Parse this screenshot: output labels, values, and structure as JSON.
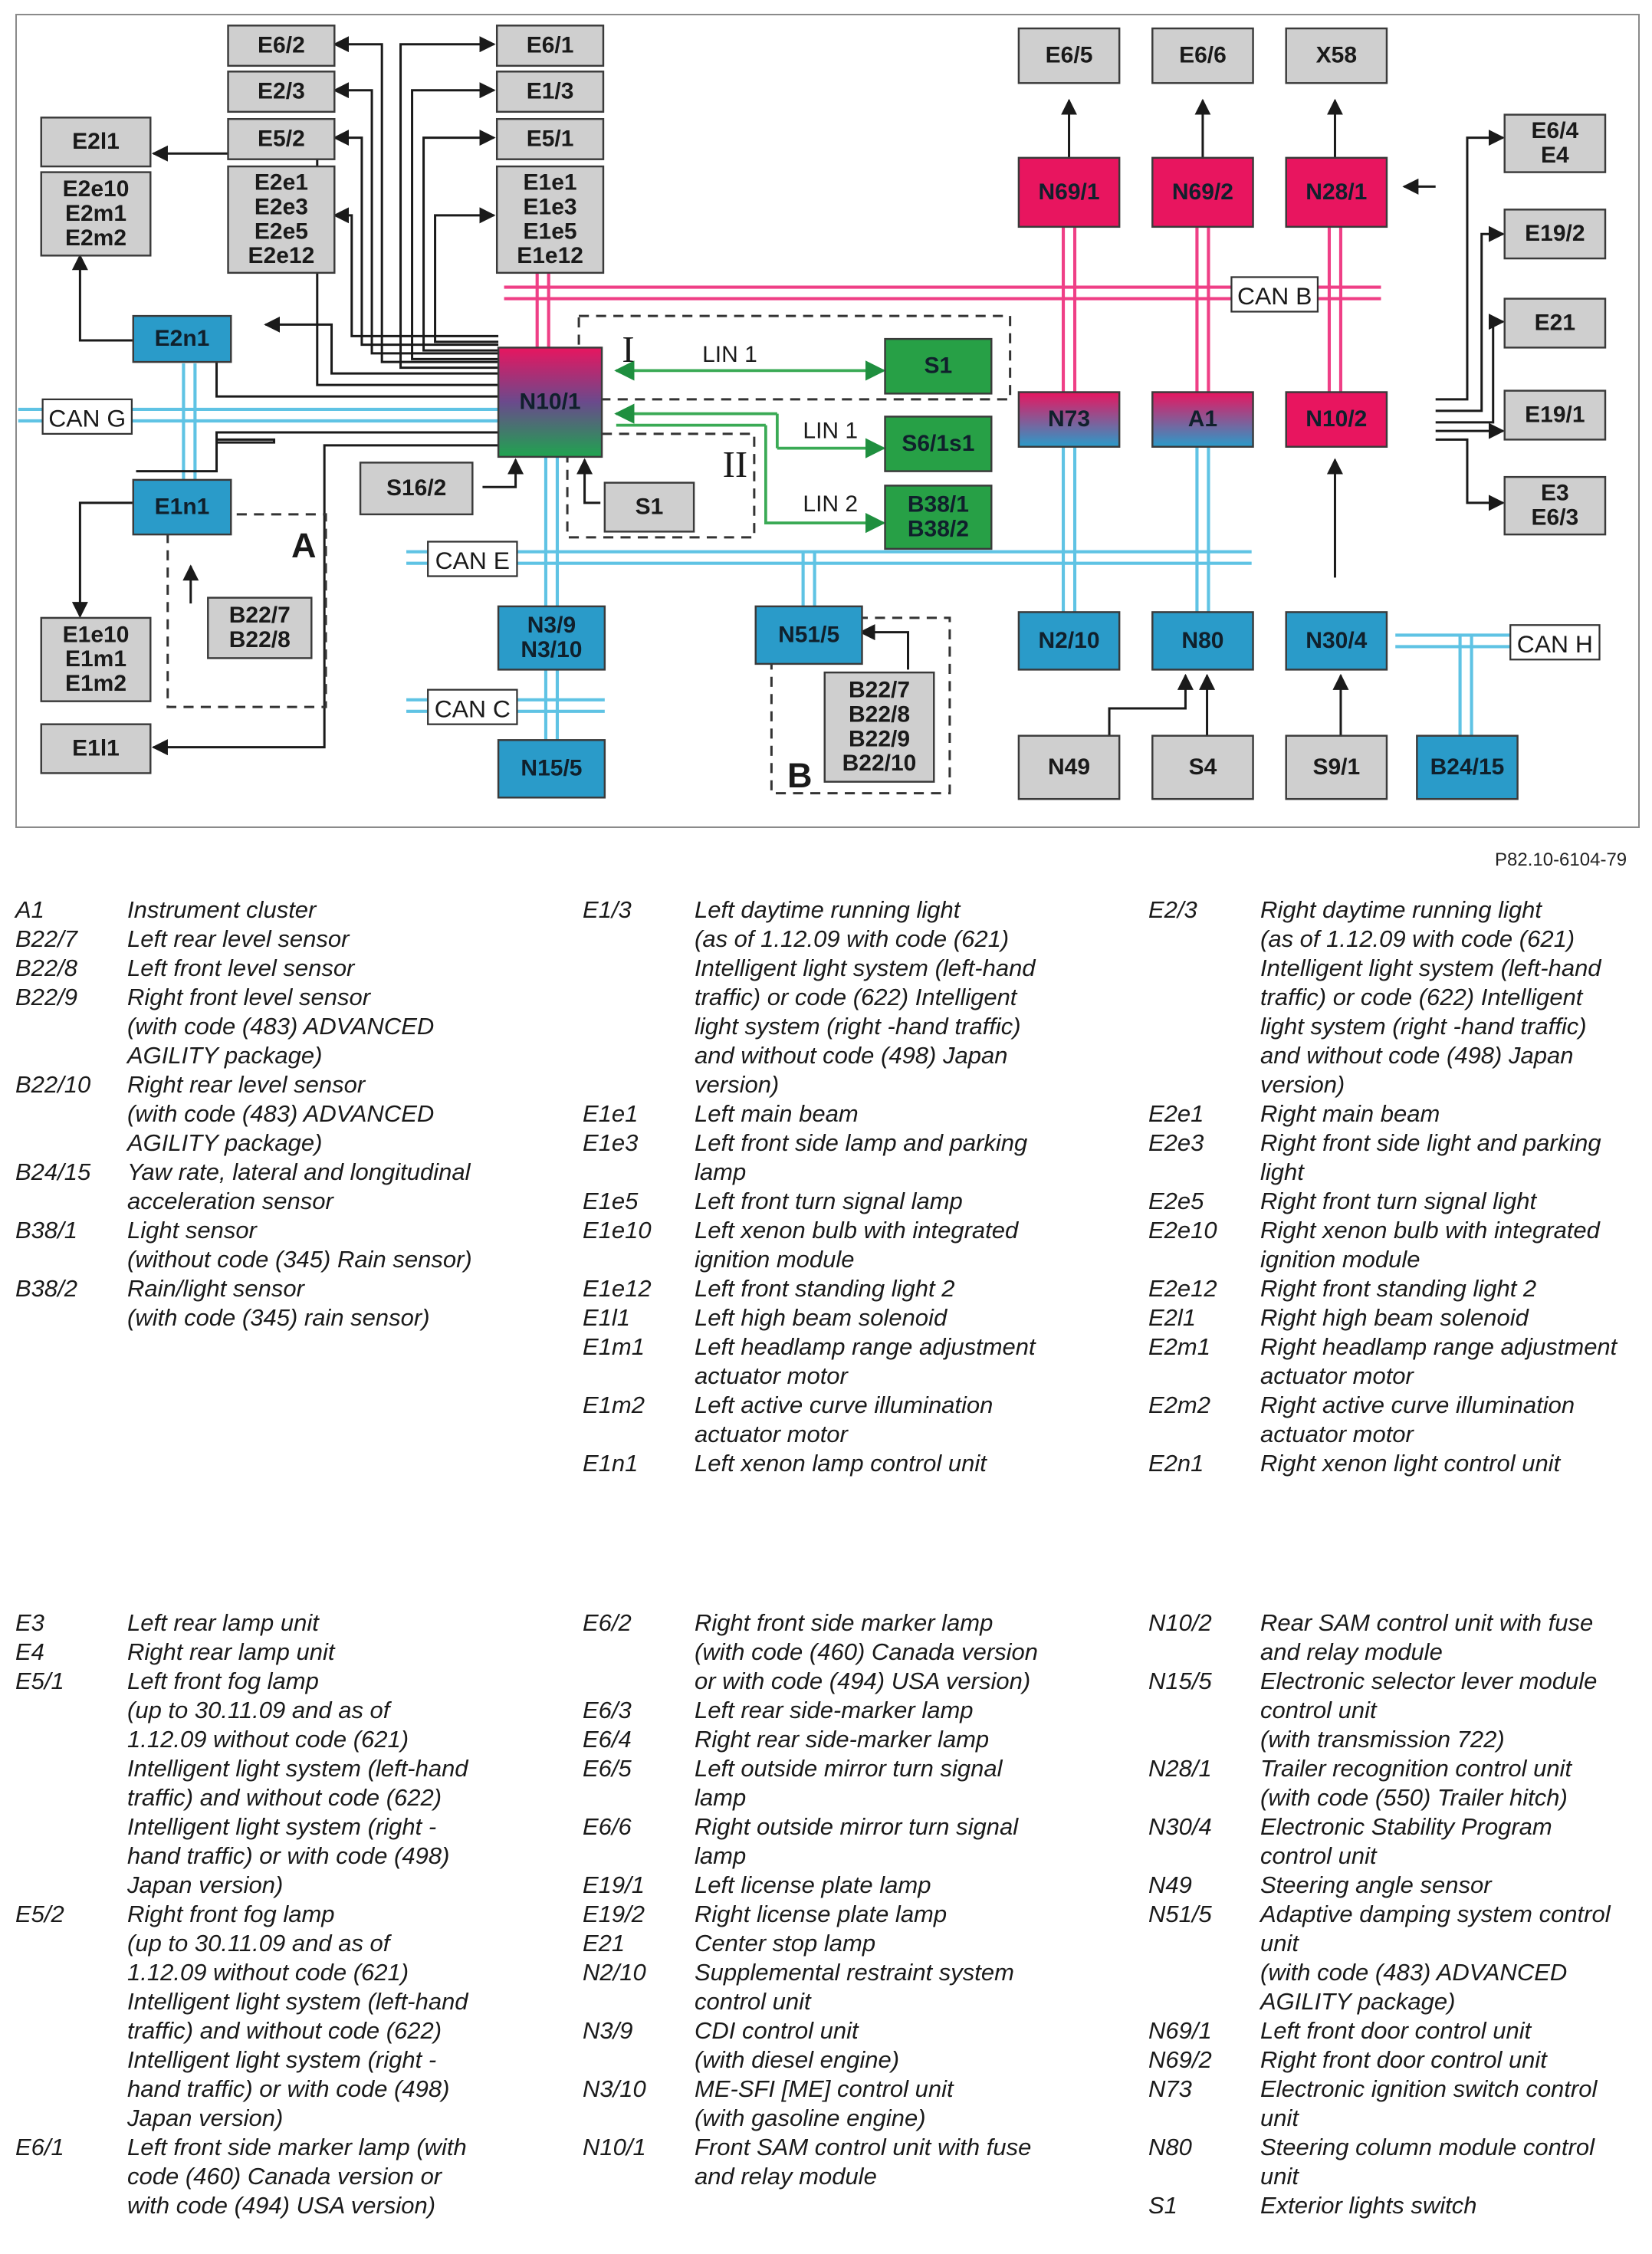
{
  "diagram": {
    "boxes": {
      "E2l1": "E2l1",
      "E2e10": "E2e10",
      "E2m1": "E2m1",
      "E2m2": "E2m2",
      "E6_2": "E6/2",
      "E2_3": "E2/3",
      "E5_2": "E5/2",
      "E2e1": "E2e1",
      "E2e3": "E2e3",
      "E2e5": "E2e5",
      "E2e12": "E2e12",
      "E6_1": "E6/1",
      "E1_3": "E1/3",
      "E5_1": "E5/1",
      "E1e1": "E1e1",
      "E1e3": "E1e3",
      "E1e5": "E1e5",
      "E1e12": "E1e12",
      "E6_5": "E6/5",
      "E6_6": "E6/6",
      "X58": "X58",
      "E6_4": "E6/4",
      "E4": "E4",
      "E19_2": "E19/2",
      "E21": "E21",
      "E19_1": "E19/1",
      "E3": "E3",
      "E6_3": "E6/3",
      "N69_1": "N69/1",
      "N69_2": "N69/2",
      "N28_1": "N28/1",
      "E2n1": "E2n1",
      "E1n1": "E1n1",
      "N10_1": "N10/1",
      "S1a": "S1",
      "S6_1s1": "S6/1s1",
      "B38_1": "B38/1",
      "B38_2": "B38/2",
      "S16_2": "S16/2",
      "S1b": "S1",
      "N73": "N73",
      "A1": "A1",
      "N10_2": "N10/2",
      "B22_7a": "B22/7",
      "B22_8a": "B22/8",
      "E1e10": "E1e10",
      "E1m1": "E1m1",
      "E1m2": "E1m2",
      "E1l1": "E1l1",
      "N3_9": "N3/9",
      "N3_10": "N3/10",
      "N15_5": "N15/5",
      "N51_5": "N51/5",
      "B22_7b": "B22/7",
      "B22_8b": "B22/8",
      "B22_9b": "B22/9",
      "B22_10b": "B22/10",
      "N2_10": "N2/10",
      "N80": "N80",
      "N30_4": "N30/4",
      "N49": "N49",
      "S4": "S4",
      "S9_1": "S9/1",
      "B24_15": "B24/15"
    },
    "buses": {
      "can_g": "CAN G",
      "can_b": "CAN B",
      "can_e": "CAN E",
      "can_c": "CAN C",
      "can_h": "CAN H",
      "lin1a": "LIN 1",
      "lin1b": "LIN 1",
      "lin2": "LIN 2"
    },
    "groups": {
      "roman1": "I",
      "roman2": "II",
      "A": "A",
      "B": "B"
    },
    "colors": {
      "gray_box": "#cfcfcf",
      "blue": "#2a9bc9",
      "pink": "#e8155f",
      "green": "#27a046",
      "can_blue": "#5fc3e4",
      "can_pink": "#ef3f86",
      "lin_green": "#3aaa55"
    }
  },
  "reference_code": "P82.10-6104-79",
  "legend_columns": [
    [
      {
        "code": "A1",
        "desc": [
          "Instrument cluster"
        ]
      },
      {
        "code": "B22/7",
        "desc": [
          "Left rear level sensor"
        ]
      },
      {
        "code": "B22/8",
        "desc": [
          "Left front level sensor"
        ]
      },
      {
        "code": "B22/9",
        "desc": [
          "Right front level sensor",
          "(with code (483) ADVANCED",
          "AGILITY package)"
        ]
      },
      {
        "code": "B22/10",
        "desc": [
          "Right rear level sensor",
          "(with code (483) ADVANCED",
          "AGILITY package)"
        ]
      },
      {
        "code": "B24/15",
        "desc": [
          "Yaw rate, lateral and longitudinal",
          "acceleration sensor"
        ]
      },
      {
        "code": "B38/1",
        "desc": [
          "Light sensor",
          "(without code (345) Rain sensor)"
        ]
      },
      {
        "code": "B38/2",
        "desc": [
          "Rain/light sensor",
          "(with code (345) rain sensor)"
        ]
      }
    ],
    [
      {
        "code": "E1/3",
        "desc": [
          "Left daytime running light",
          "(as of 1.12.09 with code (621)",
          "Intelligent light system (left-hand",
          "traffic) or code (622) Intelligent",
          "light system (right -hand traffic)",
          "and without code (498) Japan",
          "version)"
        ]
      },
      {
        "code": "E1e1",
        "desc": [
          "Left main beam"
        ]
      },
      {
        "code": "E1e3",
        "desc": [
          "Left front side lamp and parking",
          "lamp"
        ]
      },
      {
        "code": "E1e5",
        "desc": [
          "Left front turn signal lamp"
        ]
      },
      {
        "code": "E1e10",
        "desc": [
          "Left xenon bulb with integrated",
          "ignition module"
        ]
      },
      {
        "code": "E1e12",
        "desc": [
          "Left front standing light 2"
        ]
      },
      {
        "code": "E1l1",
        "desc": [
          "Left high beam solenoid"
        ]
      },
      {
        "code": "E1m1",
        "desc": [
          "Left headlamp range adjustment",
          "actuator motor"
        ]
      },
      {
        "code": "E1m2",
        "desc": [
          "Left active curve illumination",
          "actuator motor"
        ]
      },
      {
        "code": "E1n1",
        "desc": [
          "Left xenon lamp control unit"
        ]
      }
    ],
    [
      {
        "code": "E2/3",
        "desc": [
          "Right daytime running light",
          "(as of 1.12.09 with code (621)",
          "Intelligent light system (left-hand",
          "traffic) or code (622) Intelligent",
          "light system (right -hand traffic)",
          "and without code (498) Japan",
          "version)"
        ]
      },
      {
        "code": "E2e1",
        "desc": [
          "Right main beam"
        ]
      },
      {
        "code": "E2e3",
        "desc": [
          "Right front side light and parking",
          "light"
        ]
      },
      {
        "code": "E2e5",
        "desc": [
          "Right front turn signal light"
        ]
      },
      {
        "code": "E2e10",
        "desc": [
          "Right xenon bulb with integrated",
          "ignition module"
        ]
      },
      {
        "code": "E2e12",
        "desc": [
          "Right front standing light 2"
        ]
      },
      {
        "code": "E2l1",
        "desc": [
          "Right high beam solenoid"
        ]
      },
      {
        "code": "E2m1",
        "desc": [
          "Right headlamp range adjustment",
          "actuator motor"
        ]
      },
      {
        "code": "E2m2",
        "desc": [
          "Right active curve illumination",
          "actuator motor"
        ]
      },
      {
        "code": "E2n1",
        "desc": [
          "Right xenon light control unit"
        ]
      }
    ],
    [
      {
        "code": "E3",
        "desc": [
          "Left rear lamp unit"
        ]
      },
      {
        "code": "E4",
        "desc": [
          "Right rear lamp unit"
        ]
      },
      {
        "code": "E5/1",
        "desc": [
          "Left front fog lamp",
          "(up to 30.11.09 and as of",
          "1.12.09 without code (621)",
          "Intelligent light system (left-hand",
          "traffic) and without code (622)",
          "Intelligent light system (right -",
          "hand traffic) or with code (498)",
          "Japan version)"
        ]
      },
      {
        "code": "E5/2",
        "desc": [
          "Right front fog lamp",
          "(up to 30.11.09 and as of",
          "1.12.09 without code (621)",
          "Intelligent light system (left-hand",
          "traffic) and without code (622)",
          "Intelligent light system (right -",
          "hand traffic) or with code (498)",
          "Japan version)"
        ]
      },
      {
        "code": "E6/1",
        "desc": [
          "Left front side marker lamp (with",
          "code (460) Canada version or",
          "with code (494) USA version)"
        ]
      }
    ],
    [
      {
        "code": "E6/2",
        "desc": [
          "Right front side marker lamp",
          "(with code (460) Canada version",
          "or with code (494) USA version)"
        ]
      },
      {
        "code": "E6/3",
        "desc": [
          "Left rear side-marker lamp"
        ]
      },
      {
        "code": "E6/4",
        "desc": [
          "Right rear side-marker lamp"
        ]
      },
      {
        "code": "E6/5",
        "desc": [
          "Left outside mirror turn signal",
          "lamp"
        ]
      },
      {
        "code": "E6/6",
        "desc": [
          "Right outside mirror turn signal",
          "lamp"
        ]
      },
      {
        "code": "E19/1",
        "desc": [
          "Left license plate lamp"
        ]
      },
      {
        "code": "E19/2",
        "desc": [
          "Right license plate lamp"
        ]
      },
      {
        "code": "E21",
        "desc": [
          "Center stop lamp"
        ]
      },
      {
        "code": "N2/10",
        "desc": [
          "Supplemental restraint system",
          "control unit"
        ]
      },
      {
        "code": "N3/9",
        "desc": [
          "CDI control unit",
          "(with diesel engine)"
        ]
      },
      {
        "code": "N3/10",
        "desc": [
          "ME-SFI [ME] control unit",
          "(with gasoline engine)"
        ]
      },
      {
        "code": "N10/1",
        "desc": [
          "Front SAM control unit with fuse",
          "and relay module"
        ]
      }
    ],
    [
      {
        "code": "N10/2",
        "desc": [
          "Rear SAM control unit with fuse",
          "and relay module"
        ]
      },
      {
        "code": "N15/5",
        "desc": [
          "Electronic selector lever module",
          "control unit",
          "(with transmission 722)"
        ]
      },
      {
        "code": "N28/1",
        "desc": [
          "Trailer recognition control unit",
          "(with code (550) Trailer hitch)"
        ]
      },
      {
        "code": "N30/4",
        "desc": [
          "Electronic Stability Program",
          "control unit"
        ]
      },
      {
        "code": "N49",
        "desc": [
          "Steering angle sensor"
        ]
      },
      {
        "code": "N51/5",
        "desc": [
          "Adaptive damping system control",
          "unit",
          "(with code (483) ADVANCED",
          "AGILITY package)"
        ]
      },
      {
        "code": "N69/1",
        "desc": [
          "Left front door control unit"
        ]
      },
      {
        "code": "N69/2",
        "desc": [
          "Right front door control unit"
        ]
      },
      {
        "code": "N73",
        "desc": [
          "Electronic ignition switch control",
          "unit"
        ]
      },
      {
        "code": "N80",
        "desc": [
          "Steering column module control",
          "unit"
        ]
      },
      {
        "code": "S1",
        "desc": [
          "Exterior lights switch"
        ]
      }
    ]
  ]
}
